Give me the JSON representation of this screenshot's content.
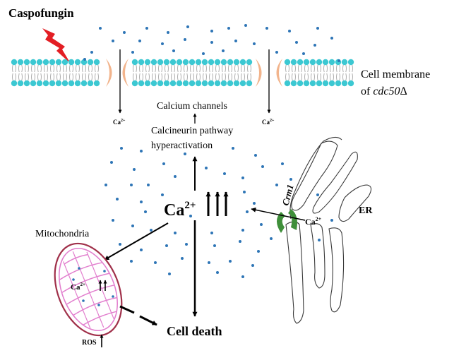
{
  "drug_label": "Caspofungin",
  "membrane_label_line1": "Cell membrane",
  "membrane_label_line2_prefix": "of ",
  "membrane_label_line2_strain": "cdc50",
  "membrane_label_line2_delta": "Δ",
  "ca_left": "Ca",
  "ca_left_charge": "2+",
  "ca_right": "Ca",
  "ca_right_charge": "2+",
  "calcium_channels_label": "Calcium channels",
  "calcineurin_line1": "Calcineurin pathway",
  "calcineurin_line2": "hyperactivation",
  "ca_center": "Ca",
  "ca_center_charge": "2+",
  "mitochondria_label": "Mitochondria",
  "ca_mito": "Ca",
  "ca_mito_charge": "2+",
  "ros_label": "ROS",
  "cell_death_label": "Cell death",
  "er_label": "ER",
  "crm1_label": "Crm1",
  "ca_er": "Ca",
  "ca_er_charge": "2+",
  "colors": {
    "bolt": "#e31e24",
    "membrane_head": "#3cc8d2",
    "channel": "#f2b48c",
    "dot": "#2e75b6",
    "mito_outer": "#a0304a",
    "mito_inner": "#e27fce",
    "crm1_fill": "#3f8f3a",
    "crm1_text": "#c00000"
  }
}
